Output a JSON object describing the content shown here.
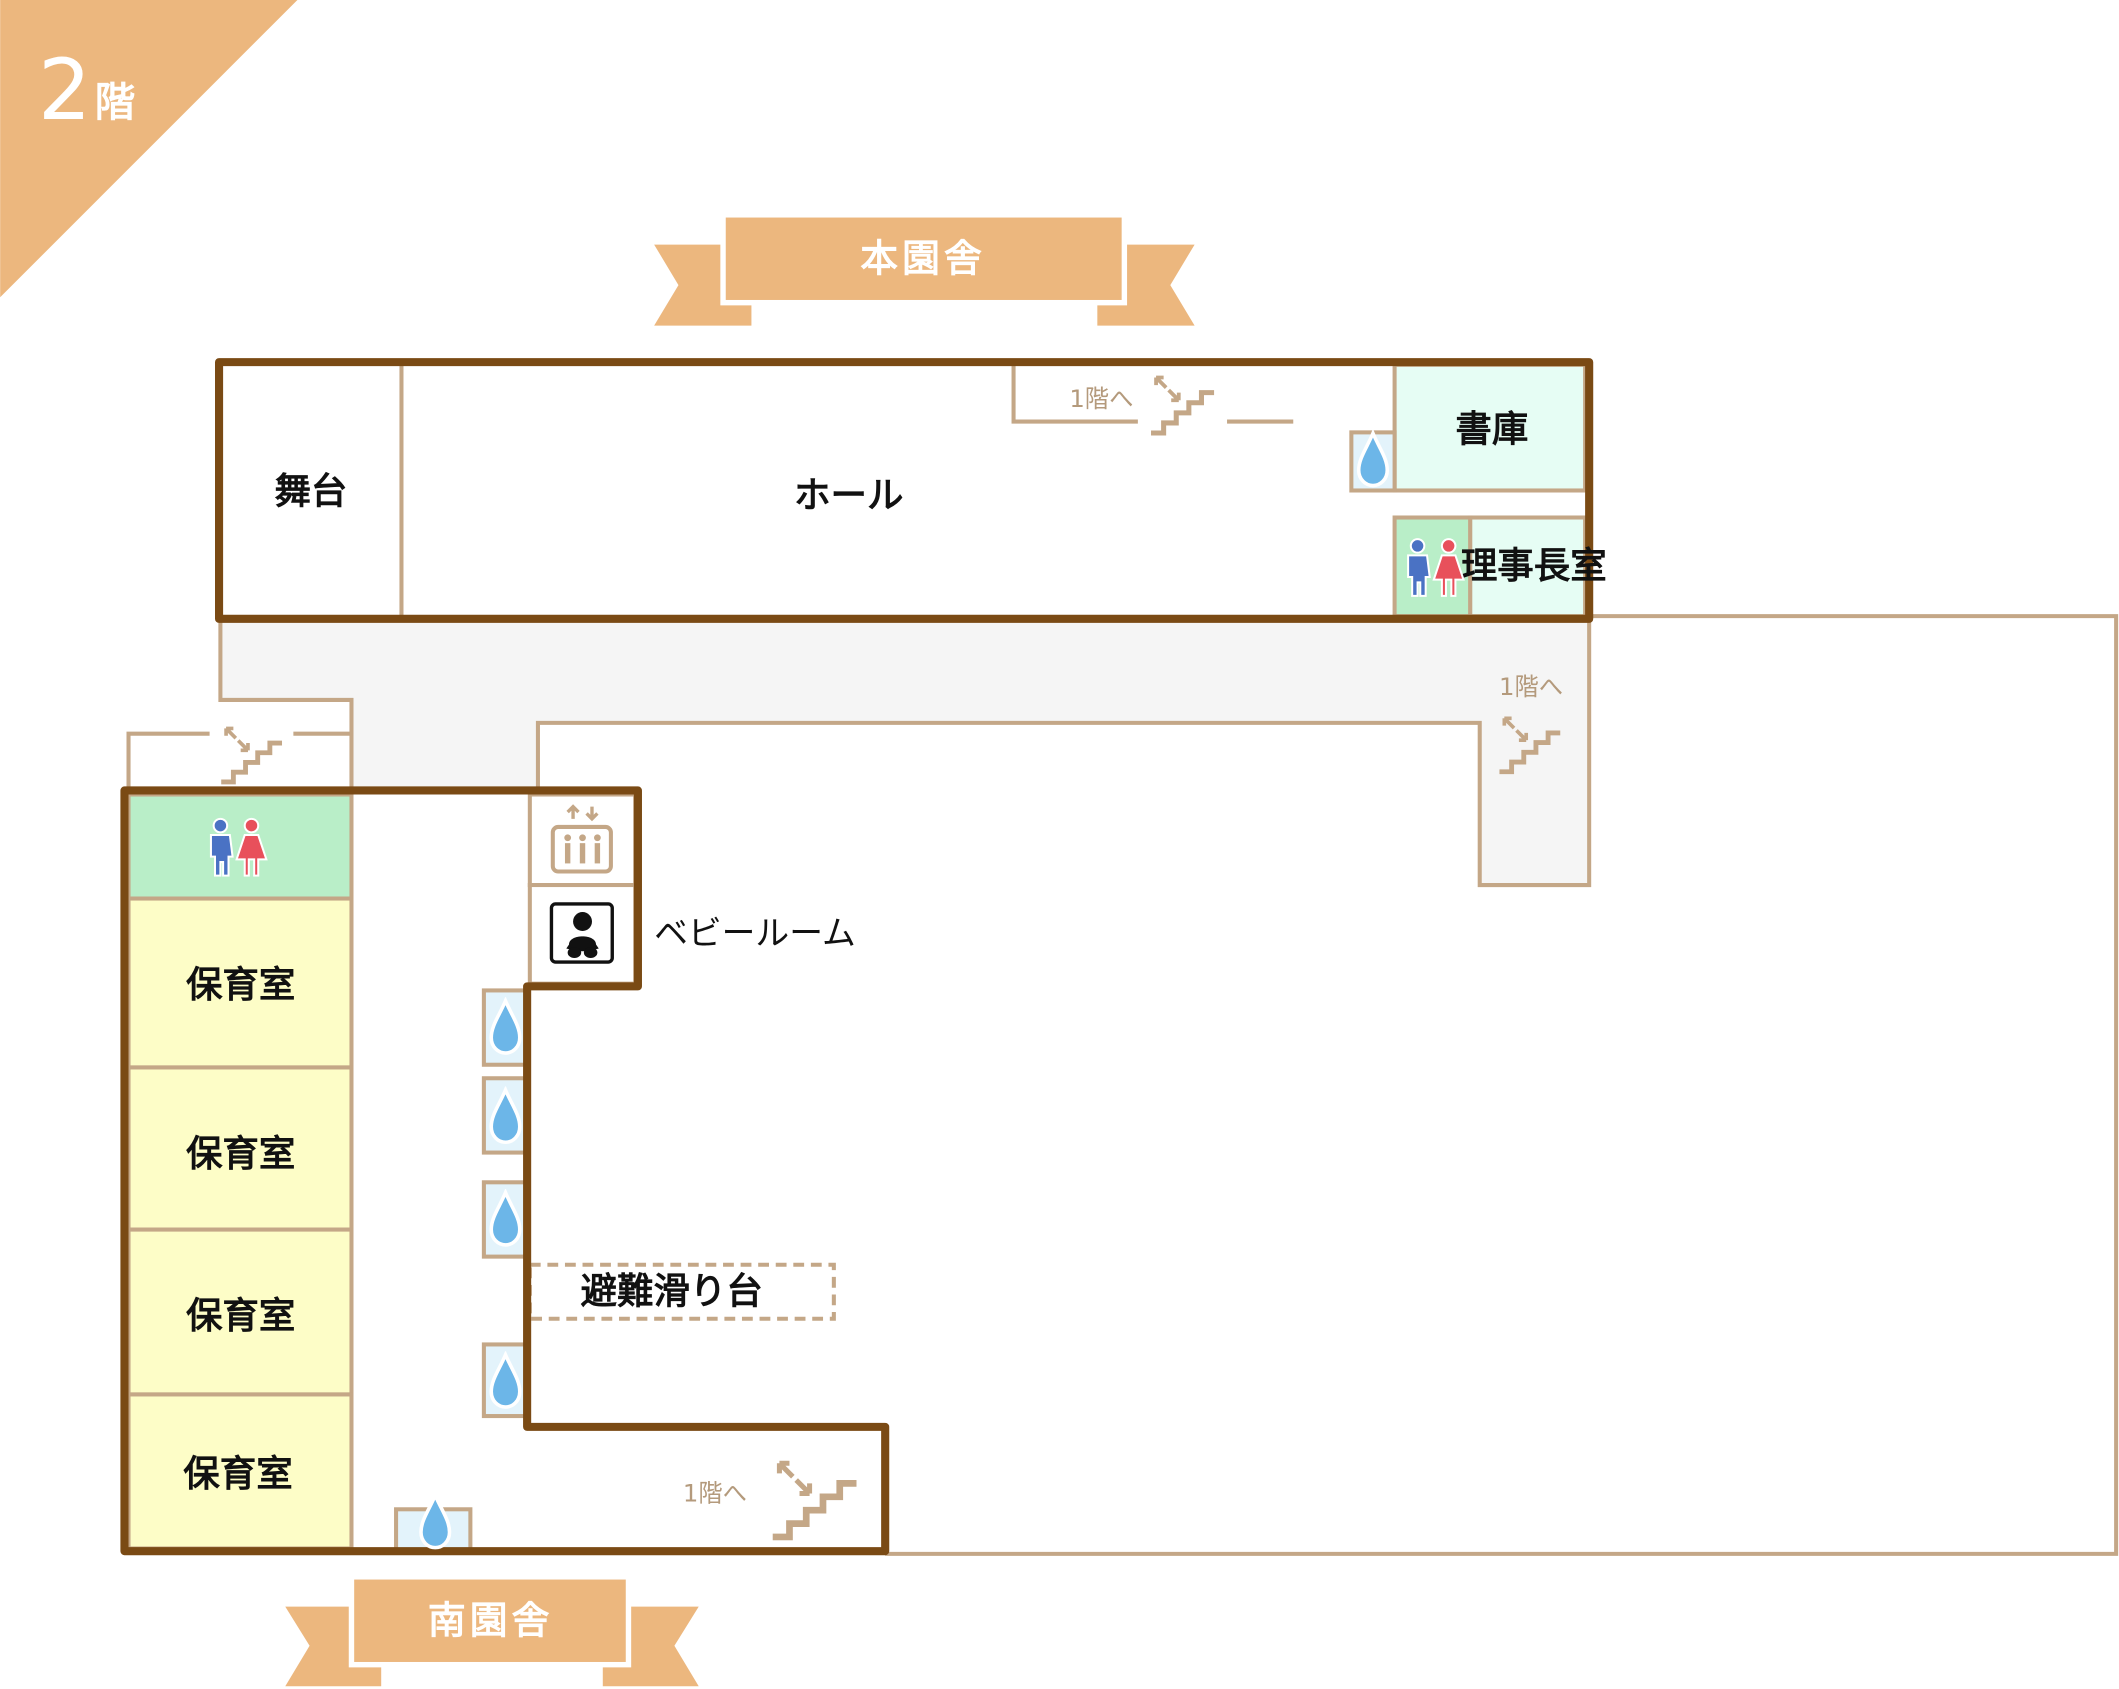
{
  "floor": {
    "number": "2",
    "suffix": "階"
  },
  "buildings": {
    "main": "本園舎",
    "south": "南園舎"
  },
  "rooms": {
    "stage": "舞台",
    "hall": "ホール",
    "library": "書庫",
    "chairman_office": "理事長室",
    "baby_room": "ベビールーム",
    "evacuation_slide": "避難滑り台",
    "nursery_rooms": [
      "保育室",
      "保育室",
      "保育室",
      "保育室"
    ]
  },
  "stairs": {
    "to_first_floor": "1階へ"
  },
  "icons": [
    "stairs-icon",
    "water-drop-icon",
    "restroom-icon",
    "elevator-icon",
    "baby-icon"
  ],
  "colors": {
    "wall": "#7a4a14",
    "thin_wall": "#c4a787",
    "accent": "#ecb77e",
    "nursery": "#fdfdc7",
    "restroom": "#b9eec8",
    "office": "#e6fdf4",
    "corridor": "#f5f5f5",
    "water": "#6cb6e8"
  }
}
